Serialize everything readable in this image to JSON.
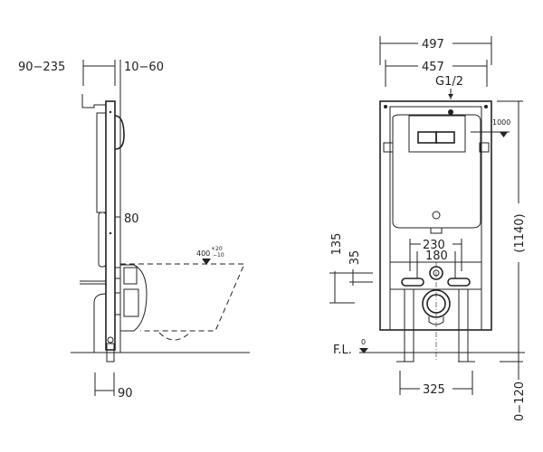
{
  "side_view": {
    "dim_depth_adjust": "90−235",
    "dim_wall_adjust": "10−60",
    "dim_frame_depth": "80",
    "dim_bottom": "90",
    "seat_height": "400",
    "seat_tol_plus": "+20",
    "seat_tol_minus": "−10"
  },
  "front_view": {
    "dim_outer_width": "497",
    "dim_inner_width": "457",
    "water_inlet": "G1/2",
    "inlet_height": "1000",
    "dim_total_height": "(1140)",
    "dim_leg_adjust": "0−120",
    "dim_bolt_outer": "230",
    "dim_bolt_inner": "180",
    "dim_135": "135",
    "dim_35": "35",
    "floor_label": "F.L.",
    "floor_level": "0",
    "dim_leg_spacing": "325"
  }
}
